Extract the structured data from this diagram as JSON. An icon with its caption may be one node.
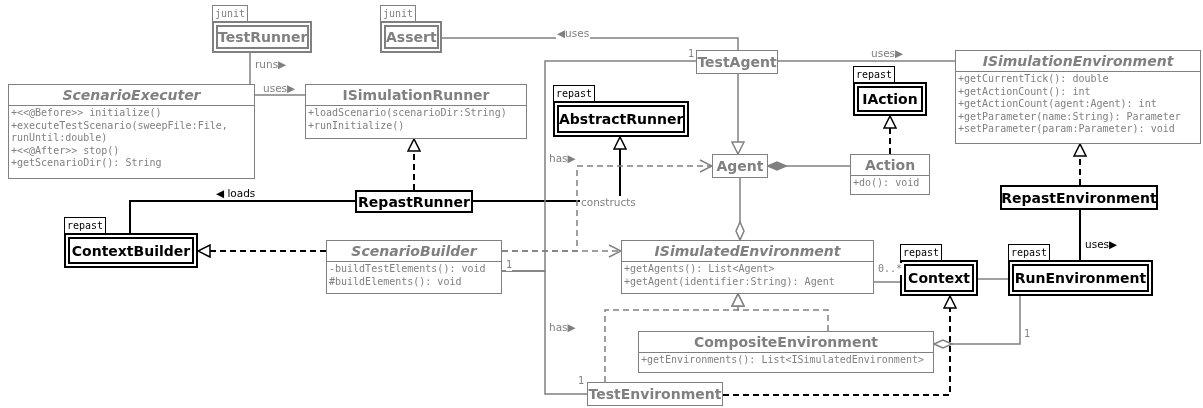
{
  "diagram": {
    "nodes": [
      {
        "text": [
          "junit",
          "TestRunner"
        ]
      },
      {
        "text": [
          "junit",
          "Assert"
        ]
      },
      {
        "text": [
          "ScenarioExecuter",
          "+<<@Before>> initialize()",
          "+executeTestScenario(sweepFile:File, runUntil:double)",
          "+<<@After>> stop()",
          "+getScenarioDir(): String"
        ]
      },
      {
        "text": [
          "ISimulationRunner",
          "+loadScenario(scenarioDir:String)",
          "+runInitialize()"
        ]
      },
      {
        "text": [
          "TestAgent"
        ]
      },
      {
        "text": [
          "repast",
          "AbstractRunner"
        ]
      },
      {
        "text": [
          "repast",
          "IAction"
        ]
      },
      {
        "text": [
          "ISimulationEnvironment",
          "+getCurrentTick(): double",
          "+getActionCount(): int",
          "+getActionCount(agent:Agent): int",
          "+getParameter(name:String): Parameter",
          "+setParameter(param:Parameter): void"
        ]
      },
      {
        "text": [
          "Agent"
        ]
      },
      {
        "text": [
          "Action",
          "+do(): void"
        ]
      },
      {
        "text": [
          "RepastRunner"
        ]
      },
      {
        "text": [
          "RepastEnvironment"
        ]
      },
      {
        "text": [
          "repast",
          "ContextBuilder"
        ]
      },
      {
        "text": [
          "ScenarioBuilder",
          "-buildTestElements(): void",
          "#buildElements(): void"
        ]
      },
      {
        "text": [
          "ISimulatedEnvironment",
          "+getAgents(): List<Agent>",
          "+getAgent(identifier:String): Agent"
        ]
      },
      {
        "text": [
          "repast",
          "Context"
        ]
      },
      {
        "text": [
          "repast",
          "RunEnvironment"
        ]
      },
      {
        "text": [
          "CompositeEnvironment",
          "+getEnvironments(): List<ISimulatedEnvironment>"
        ]
      },
      {
        "text": [
          "TestEnvironment"
        ]
      }
    ],
    "edges": [
      {
        "from": 0,
        "to": 2,
        "arrow": "none",
        "label": "runs▶"
      },
      {
        "from": 2,
        "to": 3,
        "arrow": "none",
        "label": "uses▶"
      },
      {
        "from": 1,
        "to": 4,
        "arrow": "none",
        "label": "◀uses"
      },
      {
        "from": 10,
        "to": 3,
        "arrow": "to",
        "style": "dashed",
        "color": "#000000"
      },
      {
        "from": 10,
        "to": 5,
        "arrow": "to",
        "color": "#000000"
      },
      {
        "from": 10,
        "to": 12,
        "arrow": "none",
        "label": "◀ loads",
        "color": "#000000"
      },
      {
        "from": 13,
        "to": 12,
        "arrow": "to",
        "style": "dashed",
        "color": "#000000"
      },
      {
        "from": 4,
        "to": 8,
        "arrow": "to"
      },
      {
        "from": 4,
        "to": 7,
        "arrow": "none",
        "label": "uses▶"
      },
      {
        "from": 9,
        "to": 6,
        "arrow": "to",
        "style": "dashed",
        "color": "#000000"
      },
      {
        "from": 9,
        "to": 8,
        "arrow": "other"
      },
      {
        "from": 13,
        "to": 4,
        "arrow": "none",
        "label": "has▶"
      },
      {
        "from": 13,
        "to": 8,
        "arrow": "to",
        "style": "dashed",
        "label": "constructs"
      },
      {
        "from": 13,
        "to": 14,
        "arrow": "to",
        "style": "dashed"
      },
      {
        "from": 8,
        "to": 14,
        "arrow": "other"
      },
      {
        "from": 11,
        "to": 7,
        "arrow": "to",
        "style": "dashed",
        "color": "#000000"
      },
      {
        "from": 11,
        "to": 16,
        "arrow": "none",
        "label": "uses▶",
        "color": "#000000"
      },
      {
        "from": 14,
        "to": 15,
        "arrow": "none"
      },
      {
        "from": 15,
        "to": 16,
        "arrow": "none"
      },
      {
        "from": 16,
        "to": 17,
        "arrow": "other"
      },
      {
        "from": 17,
        "to": 14,
        "arrow": "to",
        "style": "dashed"
      },
      {
        "from": 18,
        "to": 14,
        "arrow": "to",
        "style": "dashed"
      },
      {
        "from": 18,
        "to": 15,
        "arrow": "to",
        "style": "dashed",
        "color": "#000000"
      },
      {
        "from": 13,
        "to": 18,
        "arrow": "none",
        "label": "has▶"
      }
    ],
    "labels": [
      "1",
      "1",
      "0..*",
      "1",
      "1"
    ]
  }
}
